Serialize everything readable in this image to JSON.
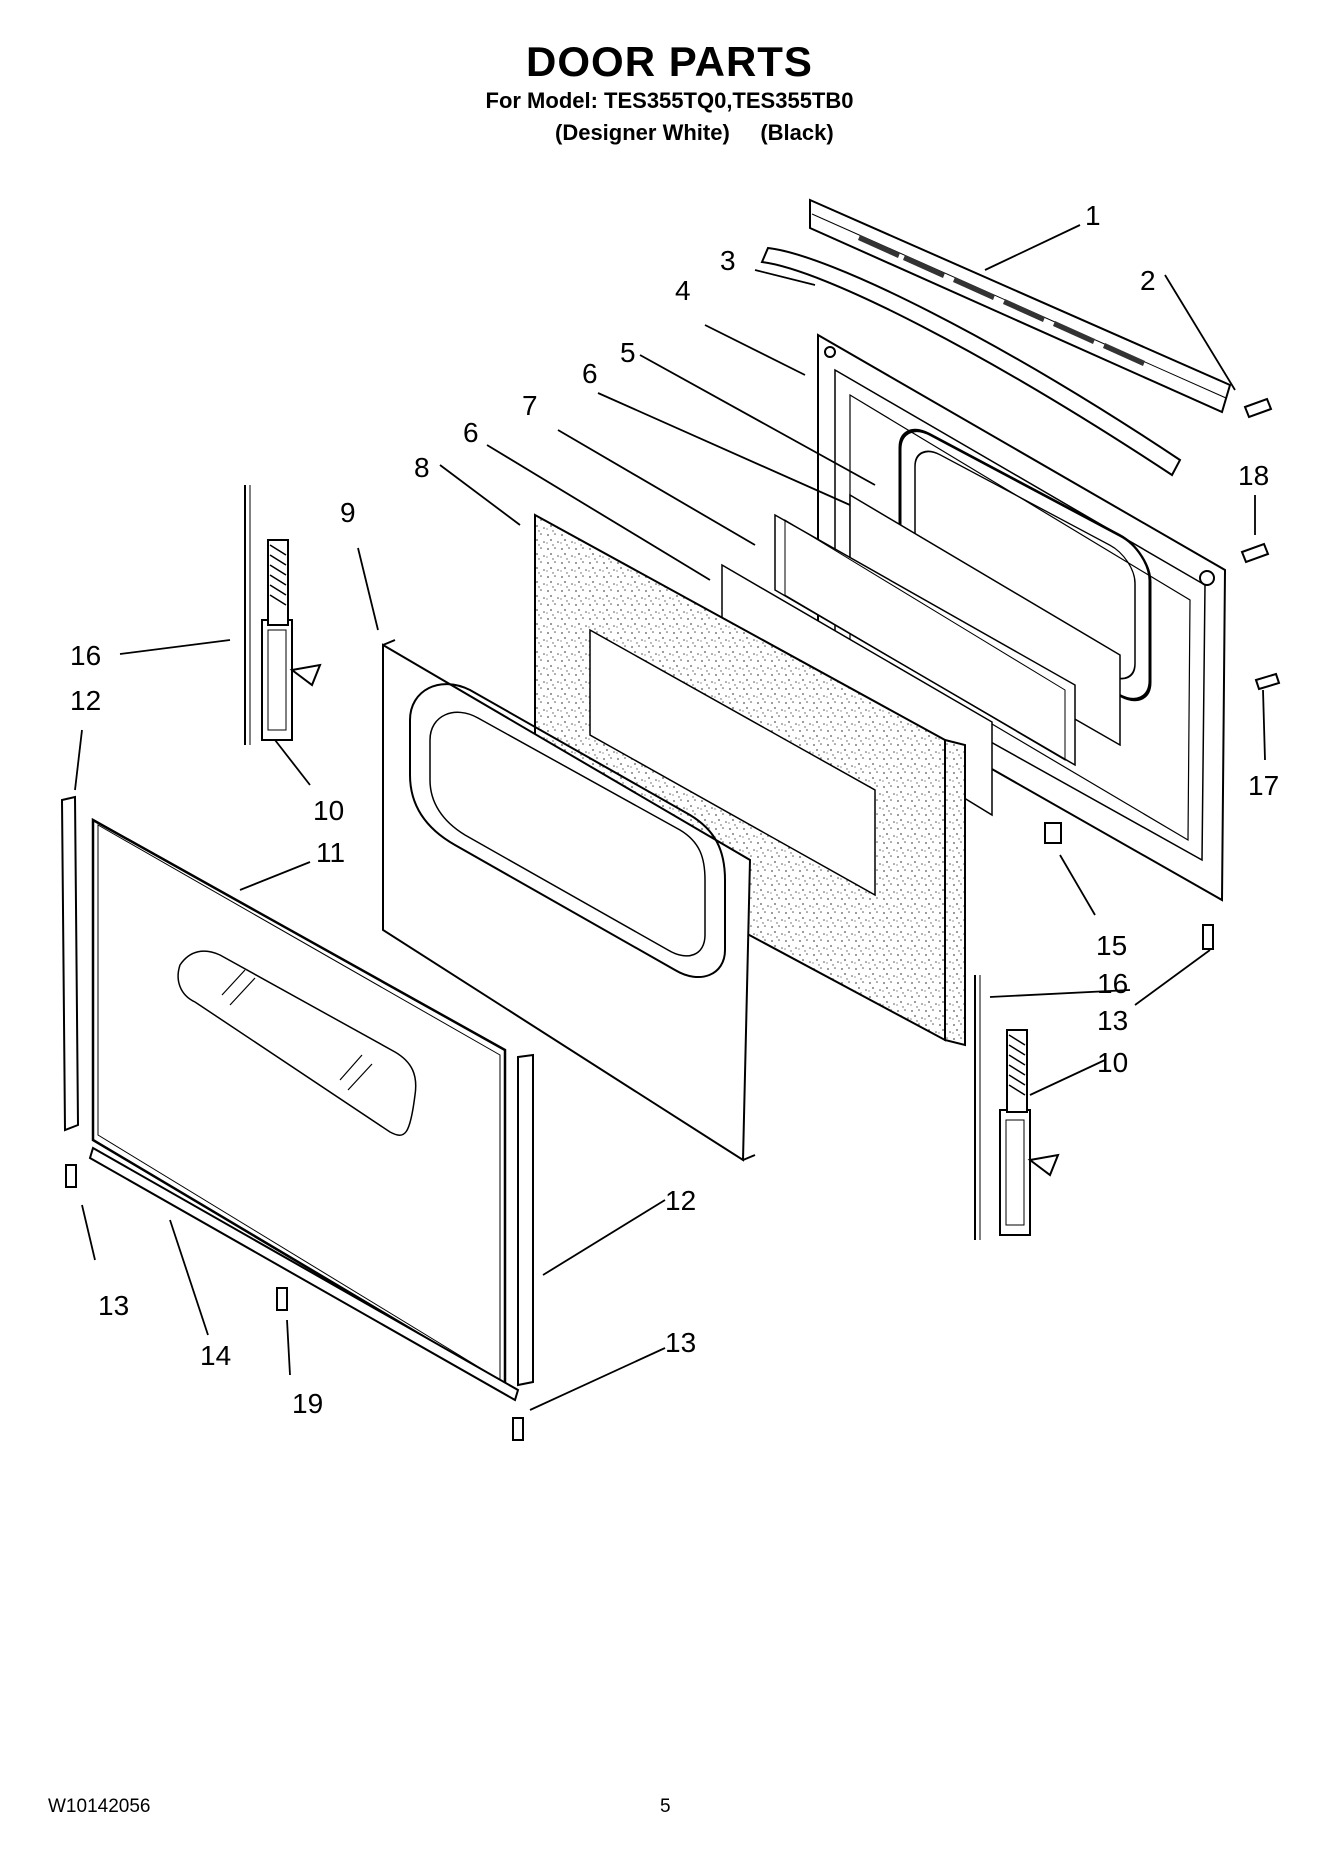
{
  "header": {
    "title": "DOOR PARTS",
    "model_line": "For Model: TES355TQ0,TES355TB0",
    "variant_line": "(Designer White)     (Black)"
  },
  "callouts": [
    "1",
    "2",
    "3",
    "4",
    "5",
    "6",
    "7",
    "6",
    "8",
    "9",
    "16",
    "12",
    "10",
    "11",
    "18",
    "17",
    "15",
    "16",
    "13",
    "10",
    "12",
    "13",
    "14",
    "19",
    "13"
  ],
  "footer": {
    "document_id": "W10142056",
    "page_number": "5"
  }
}
